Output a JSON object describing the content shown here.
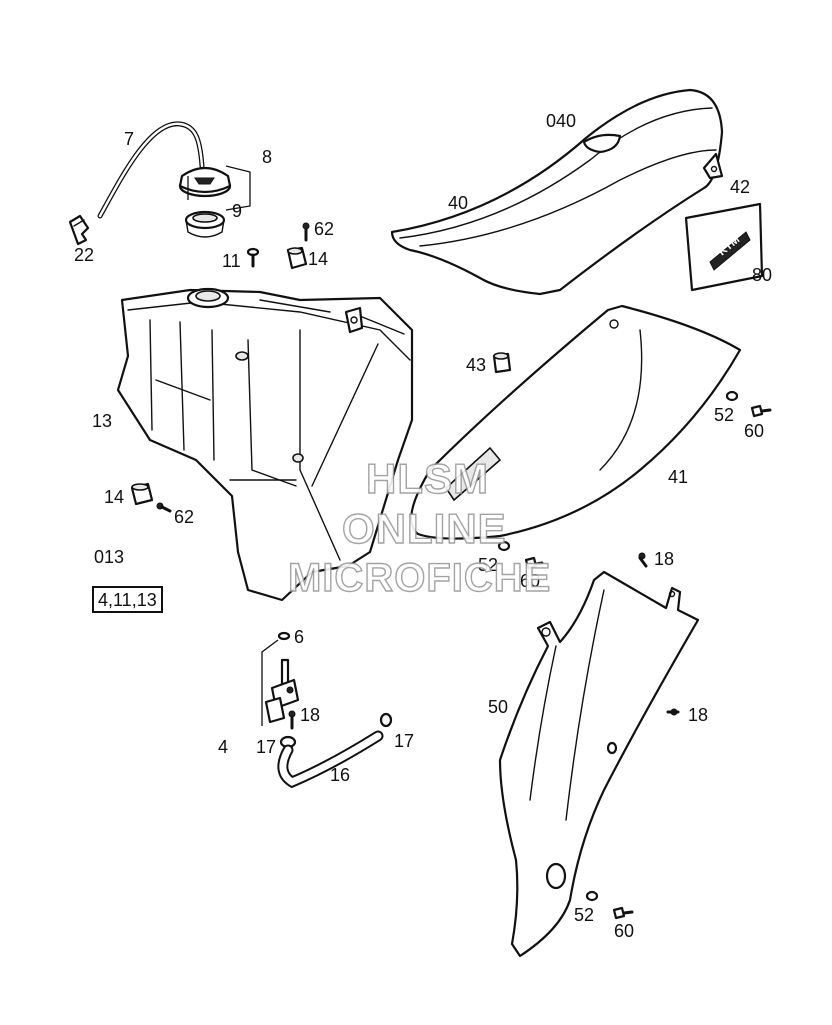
{
  "callouts": {
    "c7": "7",
    "c8": "8",
    "c9": "9",
    "c22": "22",
    "c62a": "62",
    "c11": "11",
    "c14a": "14",
    "c040": "040",
    "c40": "40",
    "c42": "42",
    "c80": "80",
    "c13": "13",
    "c43": "43",
    "c52a": "52",
    "c60a": "60",
    "c41": "41",
    "c14b": "14",
    "c62b": "62",
    "c013": "013",
    "kit": "4,11,13",
    "c52b": "52",
    "c60b": "60",
    "c18a": "18",
    "c6": "6",
    "c18b": "18",
    "c4": "4",
    "c17a": "17",
    "c17b": "17",
    "c16": "16",
    "c50": "50",
    "c18c": "18",
    "c52c": "52",
    "c60c": "60"
  },
  "watermark": {
    "line1": "HLSM",
    "line2": "ONLINE",
    "line3": "MICROFICHE"
  },
  "decal_text": "KTM"
}
